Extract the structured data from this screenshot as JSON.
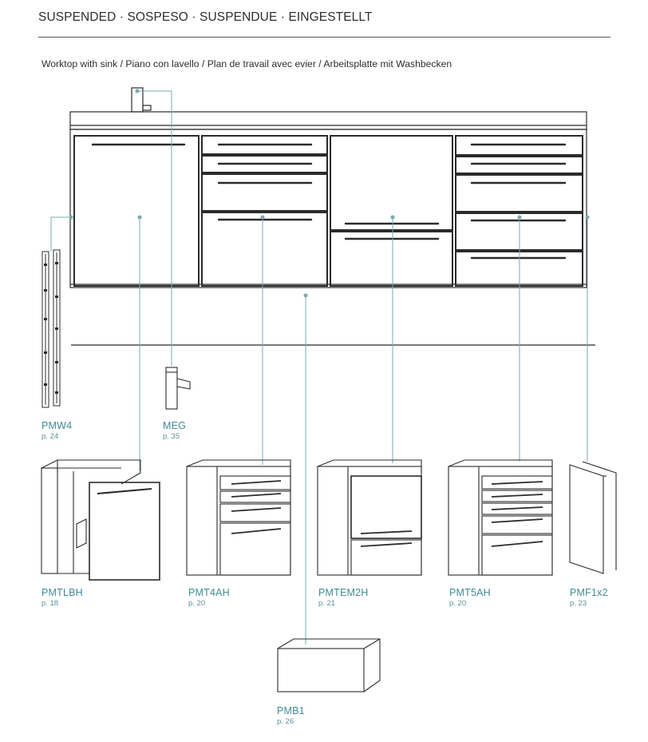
{
  "header": {
    "title": "SUSPENDED · SOSPESO · SUSPENDUE · EINGESTELLT",
    "subtitle": "Worktop with sink / Piano con lavello / Plan de travail avec evier / Arbeitsplatte mit Washbecken"
  },
  "products": [
    {
      "code": "PMW4",
      "page": "p. 24"
    },
    {
      "code": "MEG",
      "page": "p. 35"
    },
    {
      "code": "PMTLBH",
      "page": "p. 18"
    },
    {
      "code": "PMT4AH",
      "page": "p. 20"
    },
    {
      "code": "PMTEM2H",
      "page": "p. 21"
    },
    {
      "code": "PMT5AH",
      "page": "p. 20"
    },
    {
      "code": "PMF1x2",
      "page": "p. 23"
    },
    {
      "code": "PMB1",
      "page": "p. 26"
    }
  ],
  "colors": {
    "callout": "#7aa9b0",
    "label": "#3f8a96",
    "line": "#2b2b2b"
  }
}
